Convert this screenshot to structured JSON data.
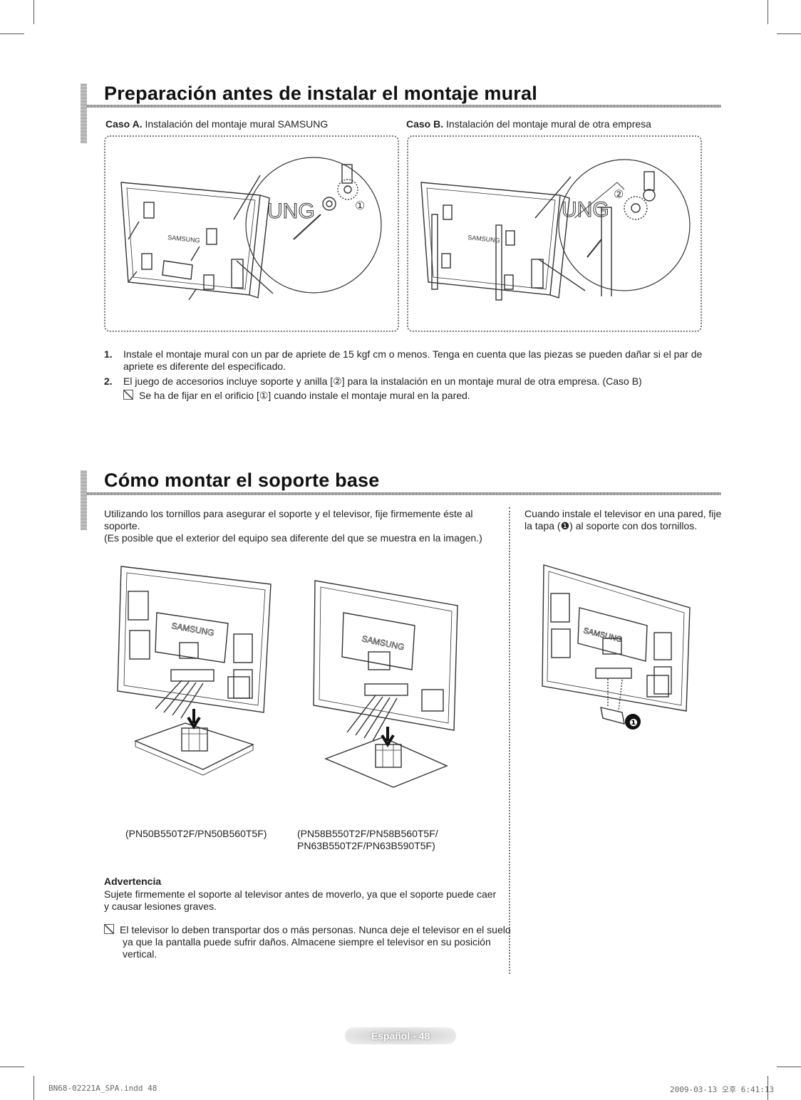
{
  "section1": {
    "title": "Preparación antes de instalar el montaje mural",
    "case_a_label": "Caso A.",
    "case_a_text": "Instalación del montaje mural SAMSUNG",
    "case_b_label": "Caso B.",
    "case_b_text": "Instalación del montaje mural de otra empresa",
    "item1_num": "1.",
    "item1_text": "Instale el montaje mural con un par de apriete de 15 kgf cm o menos. Tenga en cuenta que las piezas se pueden dañar si el par de apriete es diferente del especificado.",
    "item2_num": "2.",
    "item2_text": "El juego de accesorios incluye soporte y anilla [②] para la instalación en un montaje mural de otra empresa. (Caso B)",
    "note_text": "Se ha de fijar en el orificio [①] cuando instale el montaje mural en la pared.",
    "illus_brand": "SAMSUNG",
    "illus_zoom_text": "UNG",
    "callout_1": "①",
    "callout_2": "②"
  },
  "section2": {
    "title": "Cómo montar el soporte base",
    "intro_line1": "Utilizando los tornillos para asegurar el soporte y el televisor, fije firmemente éste al soporte.",
    "intro_line2": "(Es posible que el exterior del equipo sea diferente del que se muestra en la imagen.)",
    "right_text": "Cuando instale el televisor en una pared, fije la tapa (❶) al soporte con dos tornillos.",
    "caption_left": "(PN50B550T2F/PN50B560T5F)",
    "caption_right_line1": "(PN58B550T2F/PN58B560T5F/",
    "caption_right_line2": "PN63B550T2F/PN63B590T5F)",
    "warning_title": "Advertencia",
    "warning_text": "Sujete firmemente el soporte al televisor antes de moverlo, ya que el soporte puede caer y causar lesiones graves.",
    "note_text": "El televisor lo deben transportar dos o más personas. Nunca deje el televisor en el suelo ya que la pantalla puede sufrir daños. Almacene siempre el televisor en su posición vertical.",
    "callout_1": "❶",
    "illus_brand": "SAMSUNG"
  },
  "footer": {
    "page_label": "Español - 48",
    "file_info": "BN68-02221A_SPA.indd   48",
    "date_info": "2009-03-13   오후 6:41:13"
  }
}
